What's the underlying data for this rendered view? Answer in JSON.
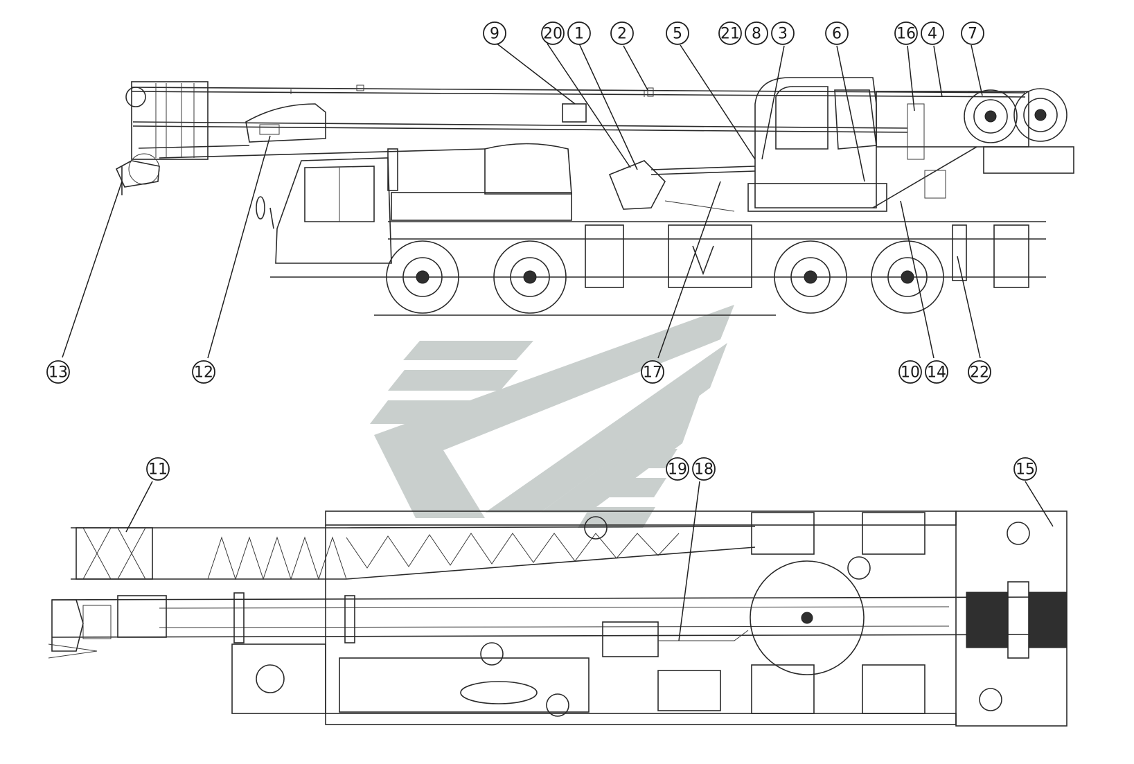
{
  "colors": {
    "line": "#2a2a2a",
    "watermark": "#c9cfcd",
    "background": "#ffffff"
  },
  "callouts": [
    {
      "id": "c9",
      "label": "9"
    },
    {
      "id": "c20",
      "label": "20"
    },
    {
      "id": "c1",
      "label": "1"
    },
    {
      "id": "c2",
      "label": "2"
    },
    {
      "id": "c5",
      "label": "5"
    },
    {
      "id": "c21",
      "label": "21"
    },
    {
      "id": "c8",
      "label": "8"
    },
    {
      "id": "c3",
      "label": "3"
    },
    {
      "id": "c6",
      "label": "6"
    },
    {
      "id": "c16",
      "label": "16"
    },
    {
      "id": "c4",
      "label": "4"
    },
    {
      "id": "c7",
      "label": "7"
    },
    {
      "id": "c13",
      "label": "13"
    },
    {
      "id": "c12",
      "label": "12"
    },
    {
      "id": "c17",
      "label": "17"
    },
    {
      "id": "c10",
      "label": "10"
    },
    {
      "id": "c14",
      "label": "14"
    },
    {
      "id": "c22",
      "label": "22"
    },
    {
      "id": "c11",
      "label": "11"
    },
    {
      "id": "c19",
      "label": "19"
    },
    {
      "id": "c18",
      "label": "18"
    },
    {
      "id": "c15",
      "label": "15"
    }
  ]
}
